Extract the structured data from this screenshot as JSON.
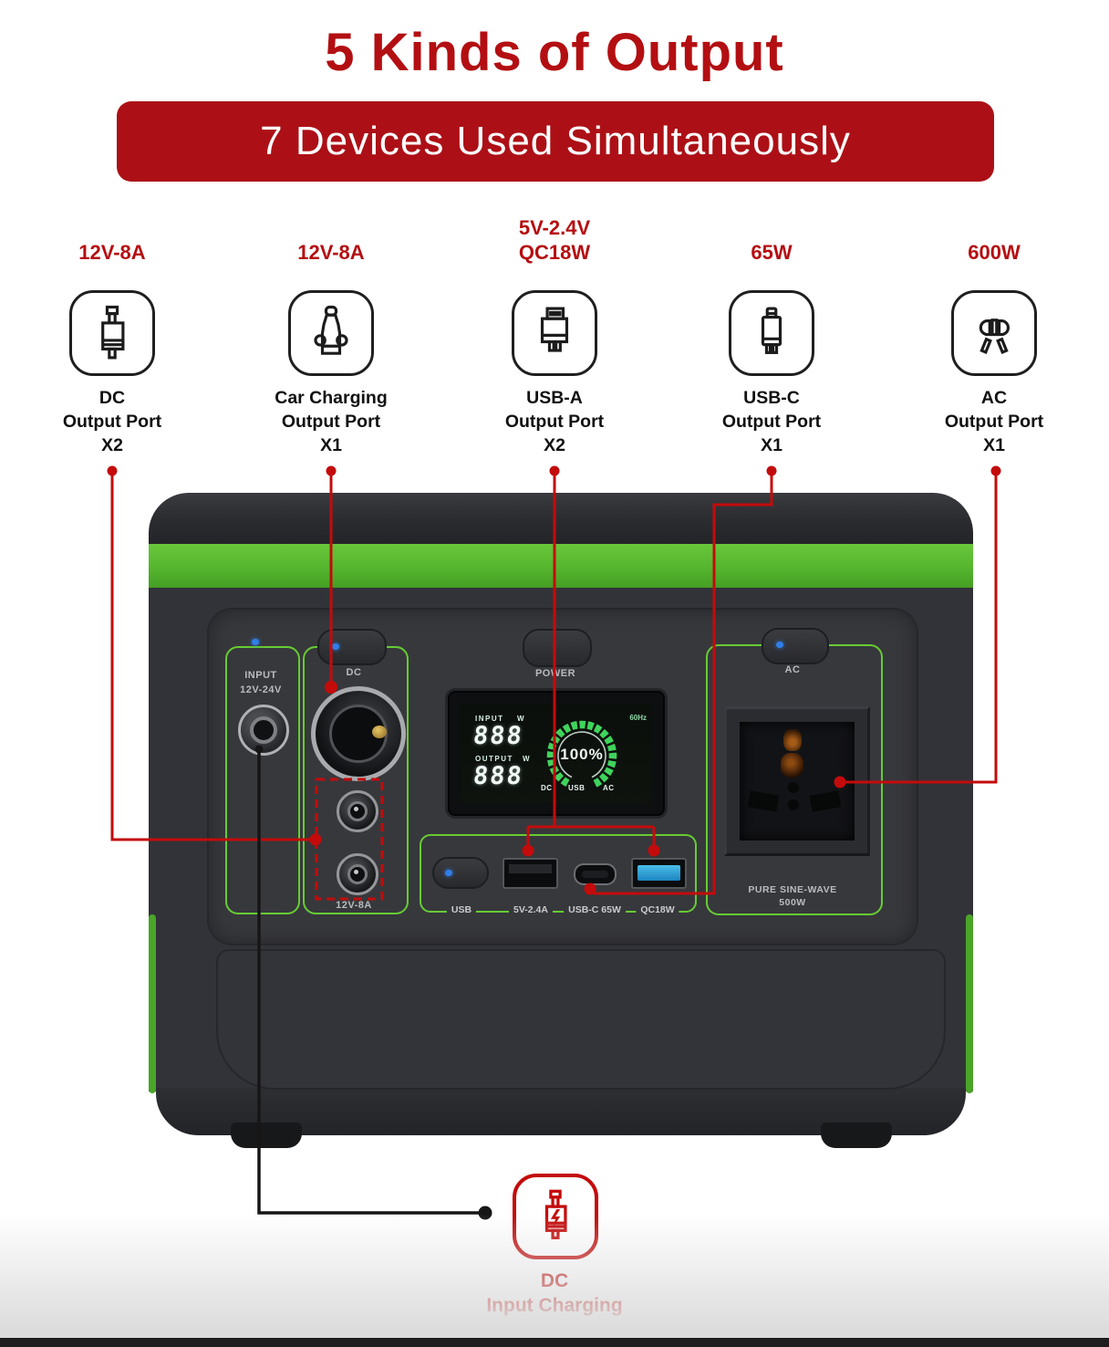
{
  "header": {
    "title": "5 Kinds of Output",
    "banner": "7 Devices Used Simultaneously"
  },
  "columns": [
    {
      "spec_line1": "",
      "spec_line2": "12V-8A",
      "icon": "dc-plug-icon",
      "name": "DC",
      "port_label": "Output Port",
      "count": "X2"
    },
    {
      "spec_line1": "",
      "spec_line2": "12V-8A",
      "icon": "car-charger-icon",
      "name": "Car Charging",
      "port_label": "Output Port",
      "count": "X1"
    },
    {
      "spec_line1": "5V-2.4V",
      "spec_line2": "QC18W",
      "icon": "usb-a-icon",
      "name": "USB-A",
      "port_label": "Output Port",
      "count": "X2"
    },
    {
      "spec_line1": "",
      "spec_line2": "65W",
      "icon": "usb-c-icon",
      "name": "USB-C",
      "port_label": "Output Port",
      "count": "X1"
    },
    {
      "spec_line1": "",
      "spec_line2": "600W",
      "icon": "ac-socket-icon",
      "name": "AC",
      "port_label": "Output Port",
      "count": "X1"
    }
  ],
  "device": {
    "input_label_1": "INPUT",
    "input_label_2": "12V-24V",
    "dc_button_label": "DC",
    "power_button_label": "POWER",
    "ac_button_label": "AC",
    "dc_ports_label": "12V-8A",
    "usb_button_label": "USB",
    "usb_a_label": "5V-2.4A",
    "usb_c_label": "USB-C 65W",
    "qc_label": "QC18W",
    "ac_spec_line1": "PURE SINE-WAVE",
    "ac_spec_line2": "500W",
    "display": {
      "input_label": "INPUT",
      "input_unit": "W",
      "input_value": "888",
      "output_label": "OUTPUT",
      "output_unit": "W",
      "output_value": "888",
      "battery_percent": "100%",
      "frequency": "60Hz",
      "mode_dc": "DC",
      "mode_usb": "USB",
      "mode_ac": "AC"
    }
  },
  "footer": {
    "label_line1": "DC",
    "label_line2": "Input Charging"
  },
  "colors": {
    "accent_red": "#b30f12",
    "banner_bg": "#ac1016",
    "callout_red": "#c40b0b",
    "stripe_green": "#55b52e",
    "outline_green": "#67cc34",
    "display_green": "#3fd45c",
    "led_blue": "#2f7fe8",
    "usb_blue": "#2ea6df"
  }
}
